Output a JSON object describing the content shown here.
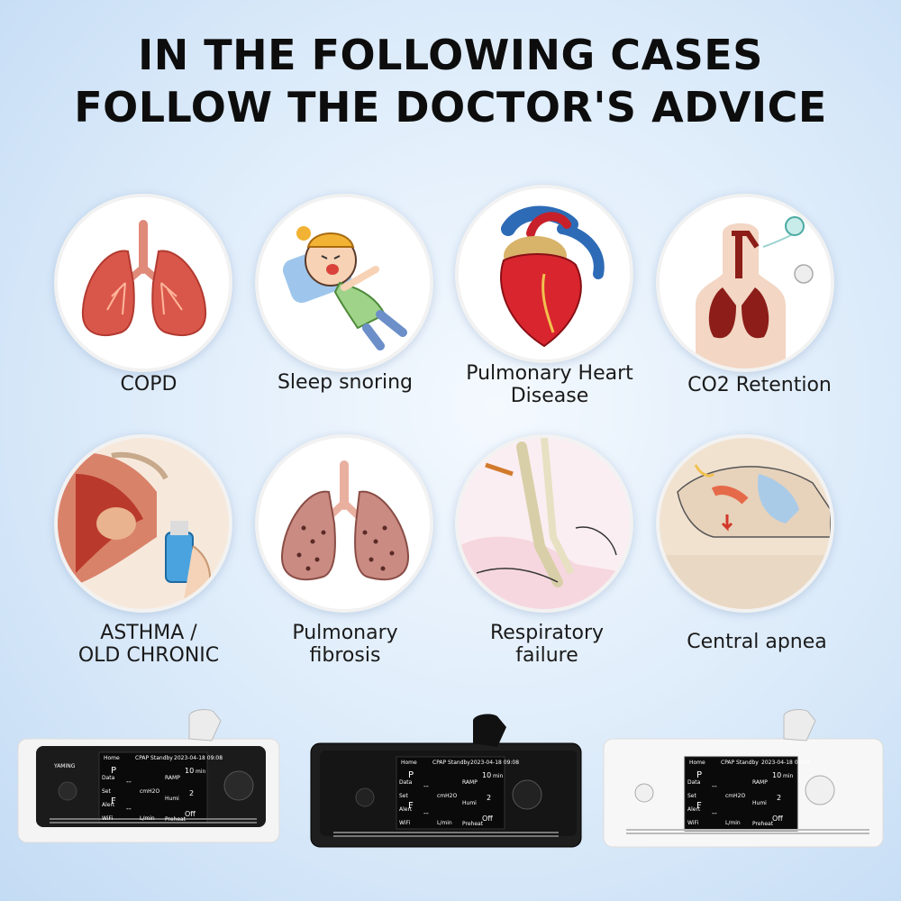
{
  "heading": {
    "line1": "IN THE FOLLOWING CASES",
    "line2": "FOLLOW THE DOCTOR'S ADVICE"
  },
  "cases": [
    {
      "label": "COPD",
      "icon": "lungs-icon"
    },
    {
      "label": "Sleep snoring",
      "icon": "snoring-child-icon"
    },
    {
      "label": "Pulmonary Heart\nDisease",
      "icon": "heart-icon"
    },
    {
      "label": "CO2 Retention",
      "icon": "respiratory-system-icon"
    },
    {
      "label": "ASTHMA /\nOLD CHRONIC",
      "icon": "asthma-inhaler-icon"
    },
    {
      "label": "Pulmonary\nfibrosis",
      "icon": "fibrosis-lungs-icon"
    },
    {
      "label": "Respiratory\nfailure",
      "icon": "intubation-icon"
    },
    {
      "label": "Central apnea",
      "icon": "airway-obstruction-icon"
    }
  ],
  "devices": [
    {
      "color": "white",
      "brand": "YAMING"
    },
    {
      "color": "black"
    },
    {
      "color": "white"
    }
  ],
  "screen": {
    "home": "Home",
    "mode": "CPAP Standby",
    "datetime": "2023-04-18 09:08",
    "p_label": "P",
    "f_label": "F",
    "dashes": "--",
    "unit_pressure": "cmH2O",
    "unit_flow": "L/min",
    "ramp_value": "10",
    "ramp_unit": "min",
    "ramp_label": "RAMP",
    "humid_value": "2",
    "humid_label": "Humi",
    "preheat_value": "Off",
    "preheat_label": "Preheat",
    "side_items": [
      "Data",
      "Set",
      "Alert",
      "WiFi"
    ]
  }
}
